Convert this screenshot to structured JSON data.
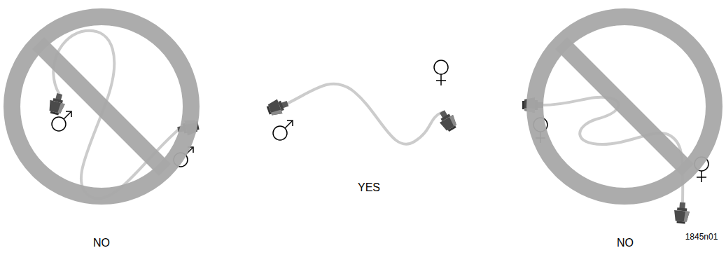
{
  "diagram": {
    "labels": [
      "NO",
      "YES",
      "NO",
      "1845n01"
    ]
  }
}
